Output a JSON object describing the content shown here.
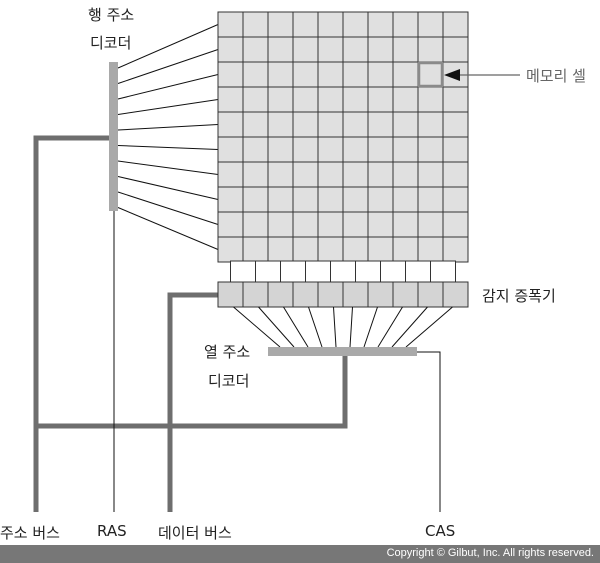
{
  "labels": {
    "row_decoder": [
      "행 주소",
      "디코더"
    ],
    "col_decoder": [
      "열 주소",
      "디코더"
    ],
    "memory_cell": "메모리 셀",
    "sense_amp": "감지 증폭기",
    "address_bus": "주소 버스",
    "ras": "RAS",
    "data_bus": "데이터 버스",
    "cas": "CAS"
  },
  "grid": {
    "rows": 10,
    "cols": 10,
    "highlight_row": 3,
    "highlight_col": 9
  },
  "footer": "Copyright © Gilbut, Inc. All rights reserved.",
  "colors": {
    "cell": "#e0e0e0",
    "amp": "#d4d4d4",
    "decoder": "#a9a9a9",
    "bus": "#6e6e6e",
    "highlight": "#8a8a8a"
  }
}
